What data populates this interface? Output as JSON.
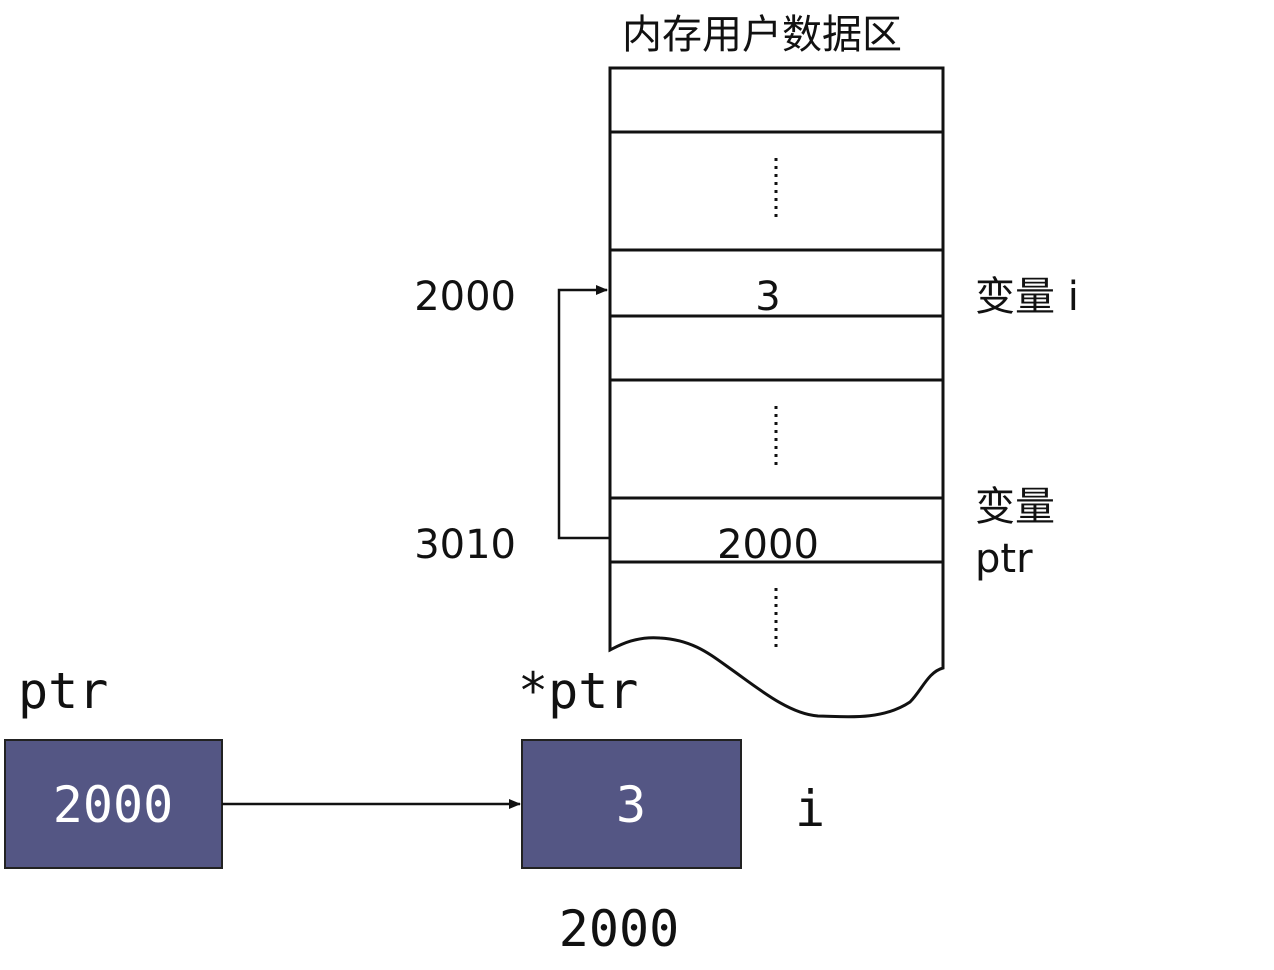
{
  "memory": {
    "title": "内存用户数据区",
    "cells": [
      {
        "kind": "blank",
        "value": ""
      },
      {
        "kind": "ellipsis",
        "value": ""
      },
      {
        "kind": "value",
        "value": "3"
      },
      {
        "kind": "blank",
        "value": ""
      },
      {
        "kind": "ellipsis",
        "value": ""
      },
      {
        "kind": "value",
        "value": "2000"
      },
      {
        "kind": "tail",
        "value": ""
      }
    ],
    "addresses": [
      {
        "cell": 2,
        "text": "2000"
      },
      {
        "cell": 5,
        "text": "3010"
      }
    ],
    "var_labels": [
      {
        "cell": 2,
        "lines": [
          "变量 i"
        ]
      },
      {
        "cell": 5,
        "lines": [
          "变量",
          "ptr"
        ]
      }
    ]
  },
  "bottom": {
    "ptr_box": {
      "title": "ptr",
      "value": "2000"
    },
    "target_box": {
      "title": "*ptr",
      "value": "3",
      "side_label": "i",
      "address": "2000"
    },
    "colors": {
      "box_fill": "#545684",
      "box_text": "#ffffff",
      "box_border": "#222222"
    }
  }
}
